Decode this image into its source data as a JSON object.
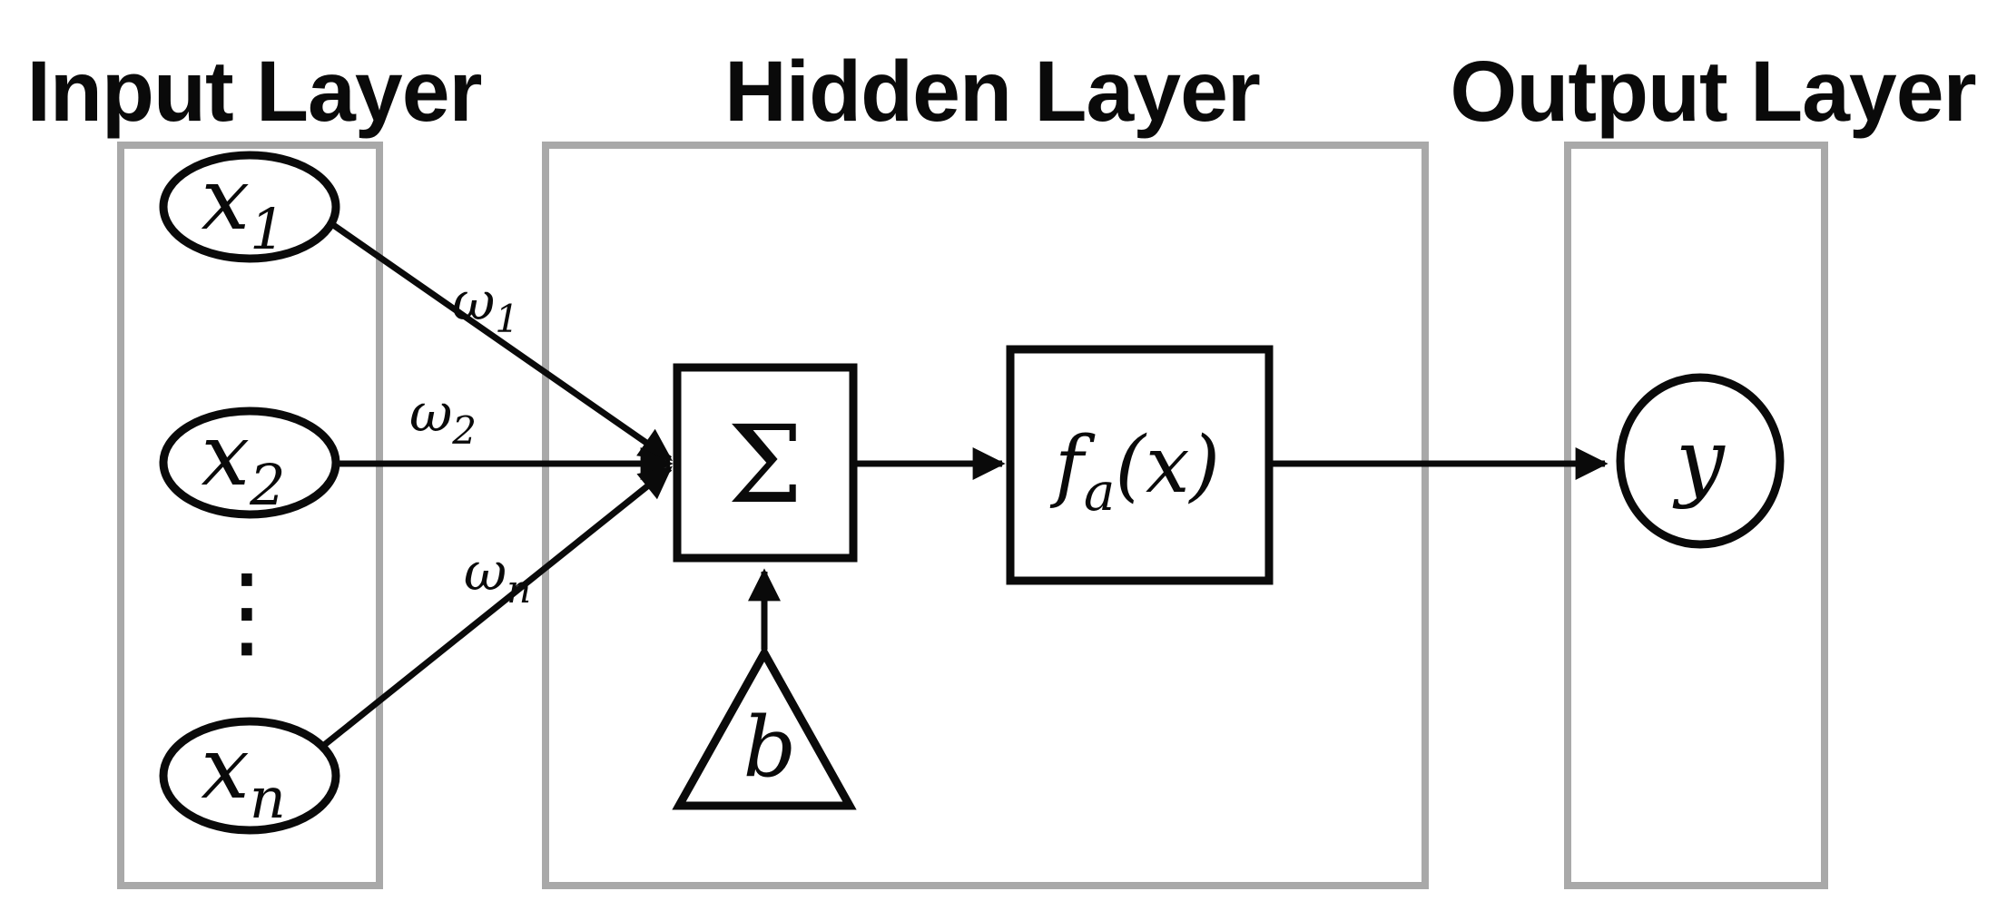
{
  "diagram": {
    "type": "neural-network-perceptron",
    "colors": {
      "background": "#ffffff",
      "line": "#0a0a0a",
      "layer_border": "#a9a9a9"
    },
    "titles": {
      "input": "Input Layer",
      "hidden": "Hidden Layer",
      "output": "Output Layer"
    },
    "input_nodes": [
      {
        "base": "x",
        "sub": "1"
      },
      {
        "base": "x",
        "sub": "2"
      },
      {
        "base": "x",
        "sub": "n"
      }
    ],
    "ellipsis": "⋮",
    "weights": [
      {
        "base": "ω",
        "sub": "1"
      },
      {
        "base": "ω",
        "sub": "2"
      },
      {
        "base": "ω",
        "sub": "n"
      }
    ],
    "summation": "Σ",
    "bias": "b",
    "activation": {
      "base": "f",
      "sub": "a",
      "rest": "(x)"
    },
    "output_node": "y"
  }
}
